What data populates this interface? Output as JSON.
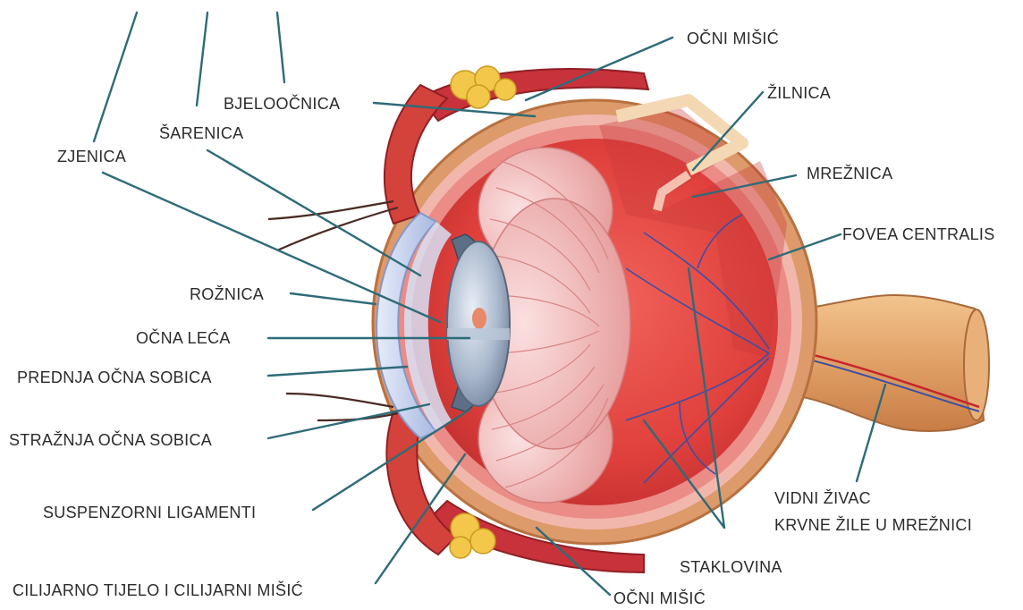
{
  "labels": {
    "ocni_misic_top": "OČNI MIŠIĆ",
    "zilnica": "ŽILNICA",
    "bjeloocnica": "BJELOOČNICA",
    "sarenica": "ŠARENICA",
    "zjenica": "ZJENICA",
    "reznica": "MREŽNICA",
    "fovea": "FOVEA CENTRALIS",
    "roznica": "ROŽNICA",
    "ocna_leca": "OČNA LEĆA",
    "prednja": "PREDNJA OČNA SOBICA",
    "straznja": "STRAŽNJA OČNA SOBICA",
    "suspenzorni": "SUSPENZORNI LIGAMENTI",
    "cilijarno": "CILIJARNO TIJELO I CILIJARNI MIŠIĆ",
    "vidni_zivac": "VIDNI ŽIVAC",
    "krvne_zile": "KRVNE ŽILE U MREŽNICI",
    "staklovina": "STAKLOVINA",
    "ocni_misic_bottom": "OČNI MIŠIĆ"
  },
  "colors": {
    "leader": "#2e6b78",
    "text": "#2b2b2b",
    "sclera": "#d98b5f",
    "choroid": "#f0a6a0",
    "vitreous": "#e94b4b",
    "muscle": "#c8323a",
    "fat": "#f3c74a",
    "lens": "#a7b6c8",
    "cornea": "#c9d6ee"
  }
}
